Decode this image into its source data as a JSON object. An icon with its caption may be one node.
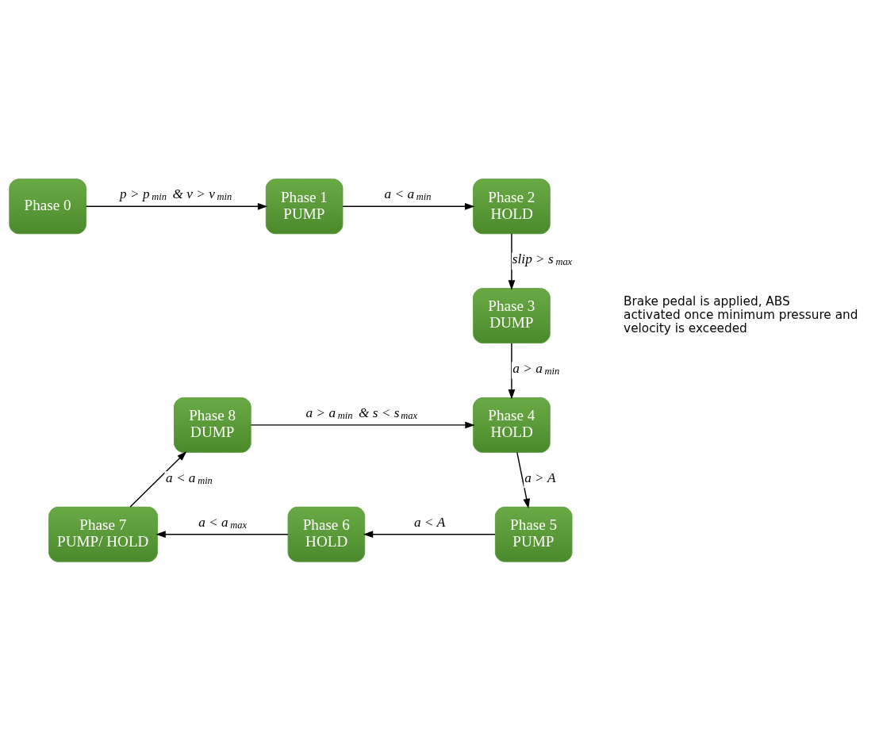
{
  "diagram": {
    "nodes": [
      {
        "text": [
          "Phase 0"
        ]
      },
      {
        "text": [
          "Phase 1",
          "PUMP"
        ]
      },
      {
        "text": [
          "Phase 2",
          "HOLD"
        ]
      },
      {
        "text": [
          "Phase 3",
          "DUMP"
        ]
      },
      {
        "text": [
          "Phase 8",
          "DUMP"
        ]
      },
      {
        "text": [
          "Phase 4",
          "HOLD"
        ]
      },
      {
        "text": [
          "Phase 7",
          "PUMP/ HOLD"
        ]
      },
      {
        "text": [
          "Phase 6",
          "HOLD"
        ]
      },
      {
        "text": [
          "Phase 5",
          "PUMP"
        ]
      }
    ],
    "edges": [
      {
        "from": 0,
        "to": 1,
        "arrow": "to",
        "label": "p > p$_{min}$ & v > v$_{min}$"
      },
      {
        "from": 1,
        "to": 2,
        "arrow": "to",
        "label": "a < a$_{min}$"
      },
      {
        "from": 2,
        "to": 3,
        "arrow": "to",
        "label": "slip > s$_{max}$"
      },
      {
        "from": 3,
        "to": 5,
        "arrow": "to",
        "label": "a > a$_{min}$"
      },
      {
        "from": 4,
        "to": 5,
        "arrow": "to",
        "label": "a > a$_{min}$ & s < s$_{max}$"
      },
      {
        "from": 5,
        "to": 8,
        "arrow": "to",
        "label": "a > A"
      },
      {
        "from": 6,
        "to": 4,
        "arrow": "to",
        "label": "a < a$_{min}$"
      },
      {
        "from": 8,
        "to": 7,
        "arrow": "to",
        "label": "a < A"
      },
      {
        "from": 7,
        "to": 6,
        "arrow": "to",
        "label": "a < a$_{max}$"
      }
    ],
    "labels": [
      "Brake pedal is applied, ABS activated once minimum pressure and velocity is exceeded"
    ]
  }
}
